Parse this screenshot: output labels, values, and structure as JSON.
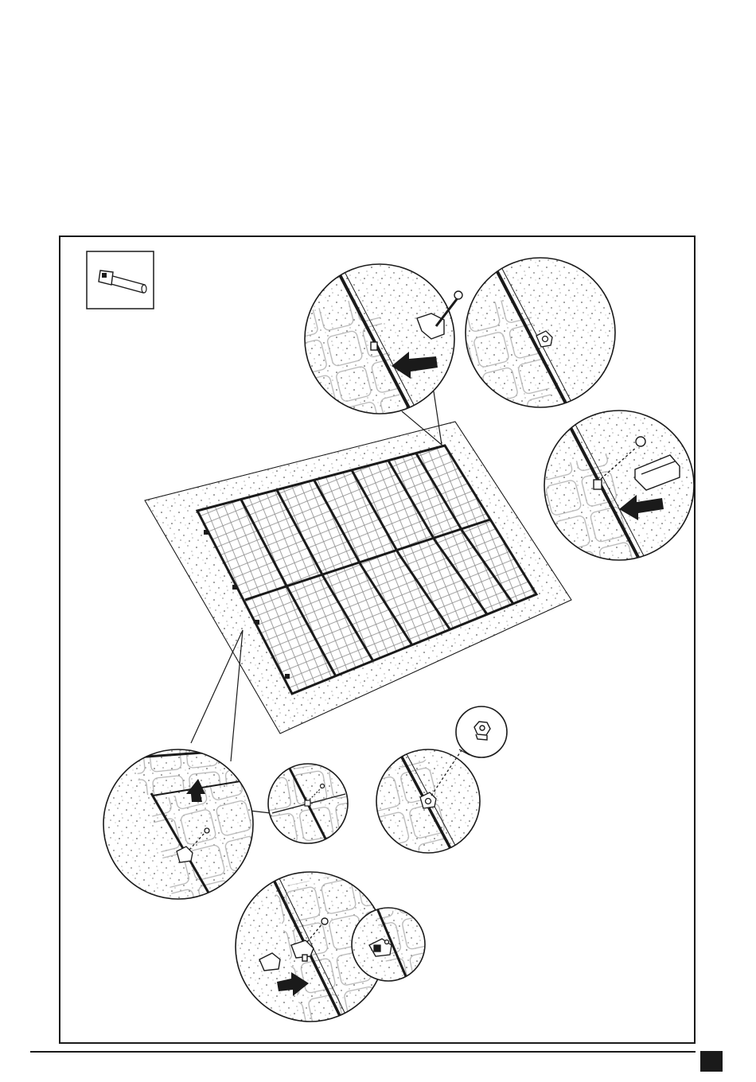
{
  "page": {
    "background": "#ffffff",
    "ink": "#1a1a1a",
    "panel_stroke": "#c8c8c8"
  },
  "figure": {
    "tool_icon": "hex-key-icon",
    "main_view": "solar-panel-array-on-gravel-roof",
    "detail_views": [
      {
        "icon": "end-clamp-screw-icon",
        "arrow": "left"
      },
      {
        "icon": "end-clamp-mounted-icon"
      },
      {
        "icon": "end-clamp-slide-icon",
        "arrow": "left"
      },
      {
        "icon": "mid-clamp-insert-icon",
        "arrow": "up"
      },
      {
        "icon": "mid-clamp-bolt-icon"
      },
      {
        "icon": "clamp-bolt-tightened-icon"
      },
      {
        "icon": "end-clamp-fit-icon",
        "arrow": "right"
      },
      {
        "icon": "end-clamp-fitted-icon"
      }
    ]
  }
}
